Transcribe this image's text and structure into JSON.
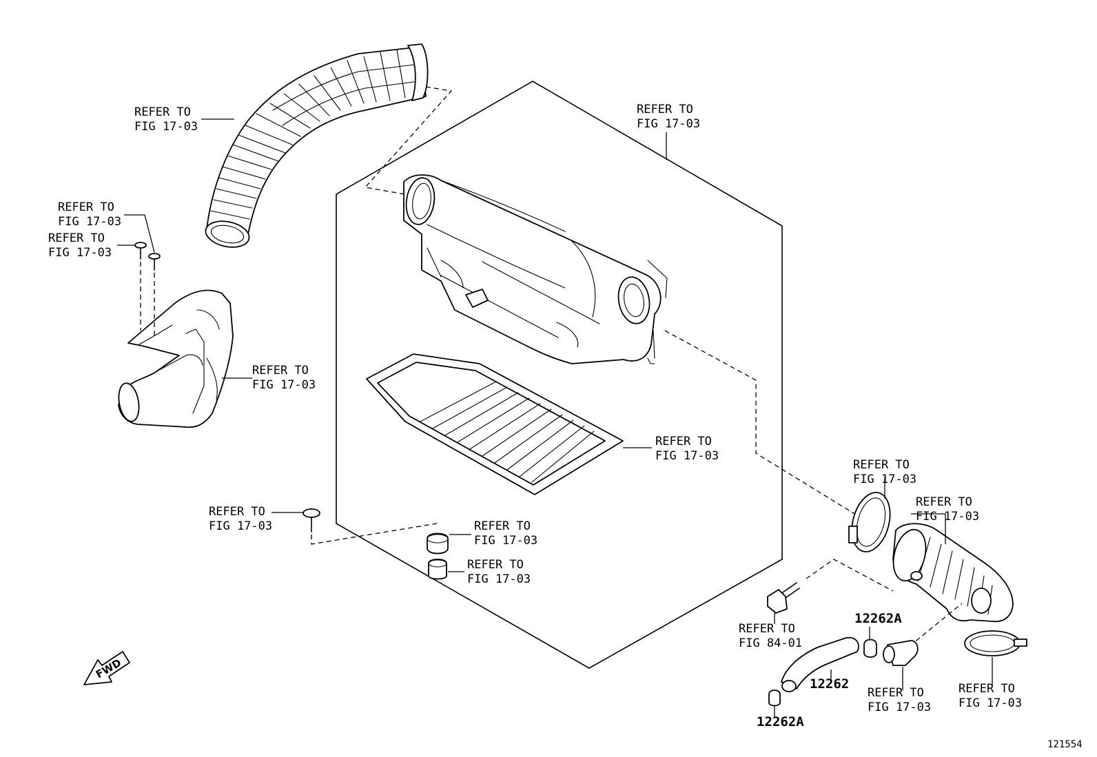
{
  "callouts": {
    "air_hose_upper": [
      "REFER TO",
      "FIG 17-03"
    ],
    "air_cleaner_case": [
      "REFER TO",
      "FIG 17-03"
    ],
    "bolt_a": [
      "REFER TO",
      "FIG 17-03"
    ],
    "bolt_b": [
      "REFER TO",
      "FIG 17-03"
    ],
    "inlet_duct": [
      "REFER TO",
      "FIG 17-03"
    ],
    "filter_element": [
      "REFER TO",
      "FIG 17-03"
    ],
    "case_clip": [
      "REFER TO",
      "FIG 17-03"
    ],
    "grommet": [
      "REFER TO",
      "FIG 17-03"
    ],
    "collar": [
      "REFER TO",
      "FIG 17-03"
    ],
    "hose_clamp_upper": [
      "REFER TO",
      "FIG 17-03"
    ],
    "intake_hose": [
      "REFER TO",
      "FIG 17-03"
    ],
    "sensor": [
      "REFER TO",
      "FIG 84-01"
    ],
    "union": [
      "REFER TO",
      "FIG 17-03"
    ],
    "hose_clamp_lower": [
      "REFER TO",
      "FIG 17-03"
    ]
  },
  "part_numbers": {
    "clip_upper": "12262A",
    "ventilation_hose": "12262",
    "clip_lower": "12262A"
  },
  "direction_label": "FWD",
  "figure_id": "121554"
}
